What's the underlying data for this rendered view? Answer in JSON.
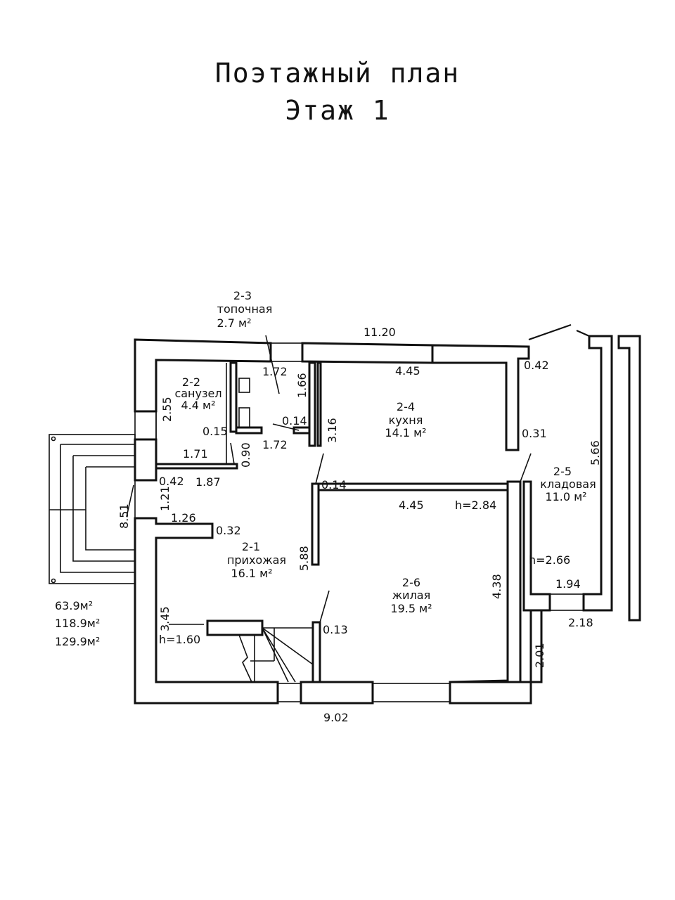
{
  "title": {
    "line1": "Поэтажный план",
    "line2": "Этаж 1"
  },
  "rooms": [
    {
      "id": "2-1",
      "name": "прихожая",
      "area": "16.1 м²"
    },
    {
      "id": "2-2",
      "name": "санузел",
      "area": "4.4 м²"
    },
    {
      "id": "2-3",
      "name": "топочная",
      "area": "2.7 м²"
    },
    {
      "id": "2-4",
      "name": "кухня",
      "area": "14.1 м²"
    },
    {
      "id": "2-5",
      "name": "кладовая",
      "area": "11.0 м²"
    },
    {
      "id": "2-6",
      "name": "жилая",
      "area": "19.5 м²"
    }
  ],
  "dimensions": {
    "top_length": "11.20",
    "bottom_length": "9.02",
    "kitchen_width": "4.45",
    "living_width": "4.45",
    "d_172a": "1.72",
    "d_166": "1.66",
    "d_255": "2.55",
    "d_015": "0.15",
    "d_014a": "0.14",
    "d_172b": "1.72",
    "d_090": "0.90",
    "d_171": "1.71",
    "d_187": "1.87",
    "d_042a": "0.42",
    "d_316": "3.16",
    "d_014b": "0.14",
    "d_042b": "0.42",
    "d_031": "0.31",
    "d_566": "5.66",
    "d_851": "8.51",
    "d_121": "1.21",
    "d_126": "1.26",
    "d_032": "0.32",
    "d_588": "5.88",
    "d_345": "3.45",
    "d_013": "0.13",
    "d_438": "4.38",
    "d_194": "1.94",
    "d_218": "2.18",
    "d_201": "2.01",
    "h_284": "h=2.84",
    "h_266": "h=2.66",
    "h_160": "h=1.60"
  },
  "totals": [
    "63.9м²",
    "118.9м²",
    "129.9м²"
  ]
}
